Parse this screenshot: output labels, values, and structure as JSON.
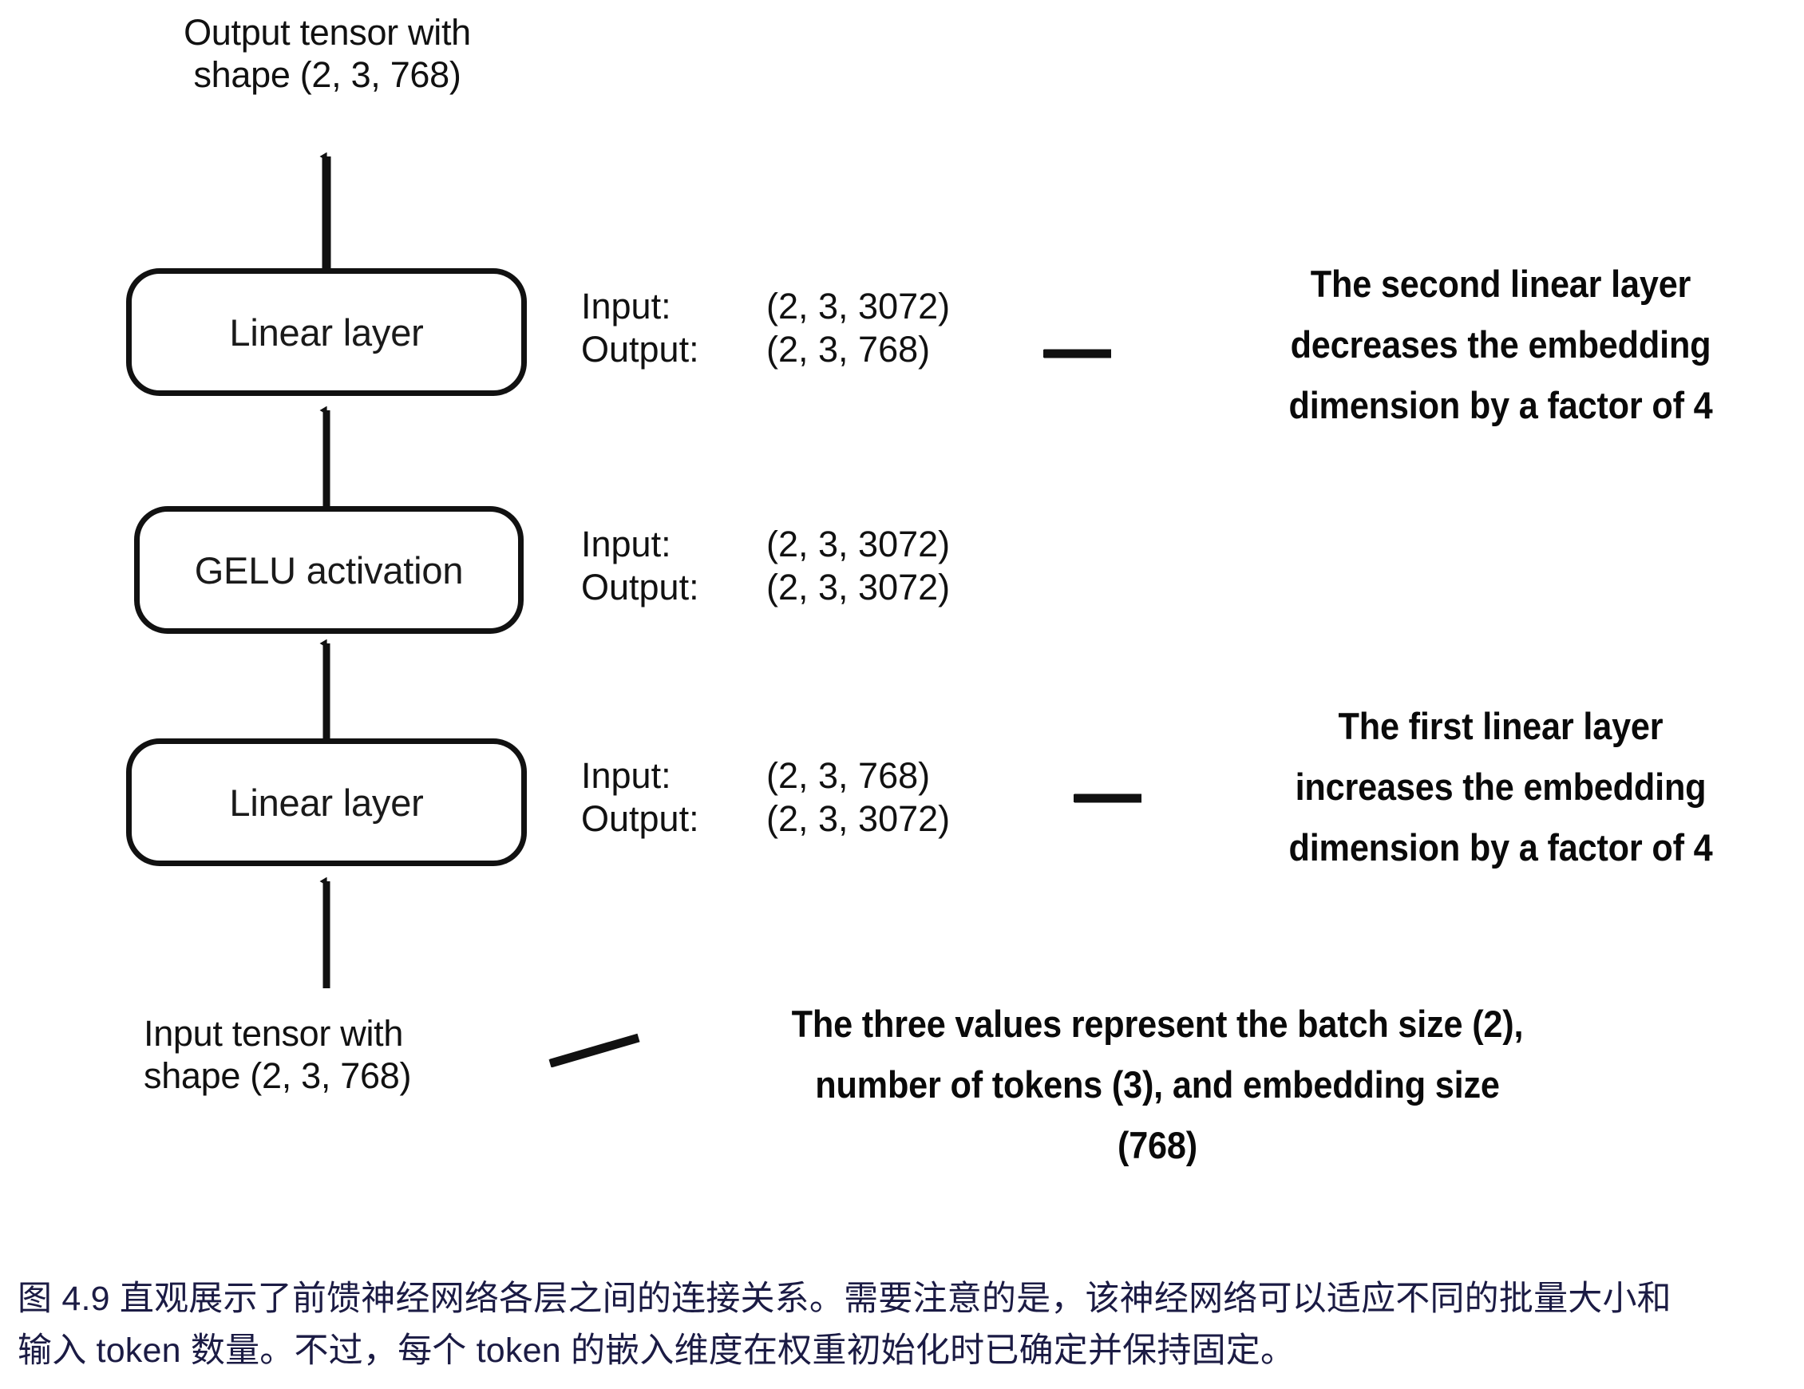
{
  "figure": {
    "title_label": "feed-forward-network-diagram",
    "top_tensor": "Output tensor with\nshape (2, 3, 768)",
    "bottom_tensor": "Input tensor with\nshape (2, 3, 768)",
    "nodes": [
      {
        "id": "linear-layer-2",
        "label": "Linear layer"
      },
      {
        "id": "gelu-activation",
        "label": "GELU activation"
      },
      {
        "id": "linear-layer-1",
        "label": "Linear layer"
      }
    ],
    "io_specs": [
      {
        "id": "io-linear-layer-2",
        "input_key": "Input:",
        "input_value": "(2, 3, 3072)",
        "output_key": "Output:",
        "output_value": "(2, 3, 768)"
      },
      {
        "id": "io-gelu-activation",
        "input_key": "Input:",
        "input_value": "(2, 3, 3072)",
        "output_key": "Output:",
        "output_value": "(2, 3, 3072)"
      },
      {
        "id": "io-linear-layer-1",
        "input_key": "Input:",
        "input_value": "(2, 3, 768)",
        "output_key": "Output:",
        "output_value": "(2, 3, 3072)"
      }
    ],
    "annotations": [
      {
        "id": "annotation-second-linear",
        "lines": [
          "The second linear layer",
          "decreases the embedding",
          "dimension by a factor of 4"
        ]
      },
      {
        "id": "annotation-first-linear",
        "lines": [
          "The first linear layer",
          "increases the embedding",
          "dimension by a factor of 4"
        ]
      },
      {
        "id": "annotation-three-values",
        "lines": [
          "The three values represent the batch size (2),",
          "number of tokens (3), and embedding size",
          "(768)"
        ]
      }
    ],
    "caption": {
      "line1": "图 4.9 直观展示了前馈神经网络各层之间的连接关系。需要注意的是，该神经网络可以适应不同的批量大小和",
      "line2": "输入 token 数量。不过，每个 token 的嵌入维度在权重初始化时已确定并保持固定。"
    },
    "colors": {
      "stroke": "#111111",
      "text": "#111111",
      "caption": "#1b1b44",
      "background": "#ffffff"
    }
  }
}
